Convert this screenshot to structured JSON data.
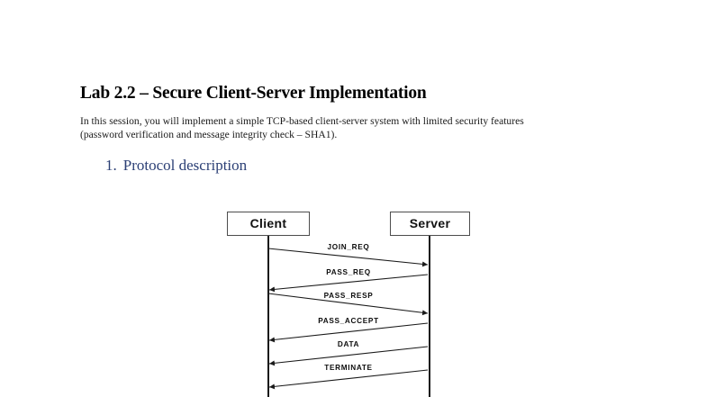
{
  "document": {
    "title": "Lab 2.2 – Secure Client-Server Implementation",
    "paragraph_line1": "In this session, you will implement a simple TCP-based client-server system with limited security features",
    "paragraph_line2": "(password verification and message integrity check – SHA1).",
    "section": {
      "number": "1.",
      "label": "Protocol description",
      "color": "#2b3f75"
    }
  },
  "diagram": {
    "type": "sequence",
    "actors": [
      {
        "id": "client",
        "label": "Client"
      },
      {
        "id": "server",
        "label": "Server"
      }
    ],
    "messages": [
      {
        "label": "JOIN_REQ",
        "from": "client",
        "to": "server"
      },
      {
        "label": "PASS_REQ",
        "from": "server",
        "to": "client"
      },
      {
        "label": "PASS_RESP",
        "from": "client",
        "to": "server"
      },
      {
        "label": "PASS_ACCEPT",
        "from": "server",
        "to": "client"
      },
      {
        "label": "DATA",
        "from": "server",
        "to": "client"
      },
      {
        "label": "TERMINATE",
        "from": "server",
        "to": "client"
      }
    ],
    "line_color": "#1a1a1a",
    "box_border_color": "#4d4d4d"
  }
}
